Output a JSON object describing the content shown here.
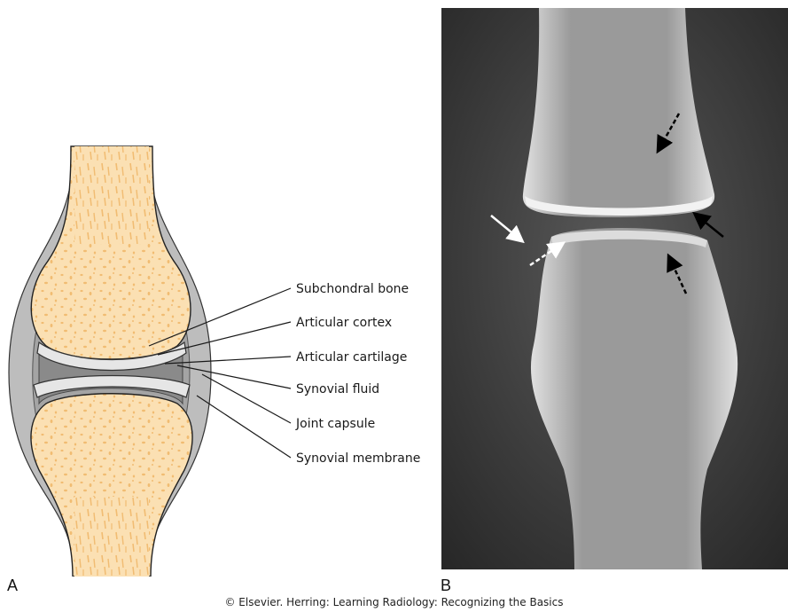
{
  "panel_a": {
    "letter": "A",
    "labels": [
      "Subchondral bone",
      "Articular cortex",
      "Articular cartilage",
      "Synovial fluid",
      "Joint capsule",
      "Synovial membrane"
    ]
  },
  "panel_b": {
    "letter": "B"
  },
  "credit": "© Elsevier. Herring: Learning Radiology: Recognizing the Basics",
  "colors": {
    "bone": "#fbe0b3",
    "trabeculae": "#f1bc72",
    "capsule": "#b5b5b5",
    "synovial_fluid": "#8a8a8a",
    "cartilage": "#e6e6e6",
    "xray_background": "#3c3c3c"
  }
}
